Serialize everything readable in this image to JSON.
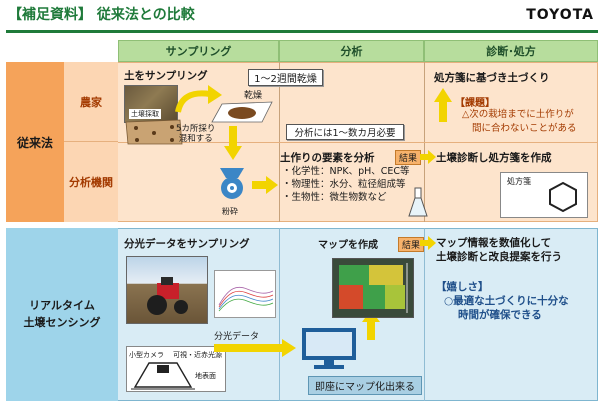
{
  "header": {
    "title": "【補足資料】 従来法との比較",
    "brand": "TOYOTA"
  },
  "columns": {
    "sampling": "サンプリング",
    "analysis": "分析",
    "diagnosis": "診断･処方"
  },
  "rows": {
    "conventional": "従来法",
    "farmer": "農家",
    "lab": "分析機関",
    "realtime_line1": "リアルタイム",
    "realtime_line2": "土壌センシング"
  },
  "conventional": {
    "sample_soil": "土をサンプリング",
    "drying_period": "1～2週間乾燥",
    "drying_label": "乾燥",
    "mix_label_1": "5カ所採り",
    "mix_label_2": "混和する",
    "photo_caption": "土壌採取",
    "analysis_period": "分析には1～数カ月必要",
    "grind_label": "粉砕",
    "elements_title": "土作りの要素を分析",
    "elements": [
      "・化学性：NPK、pH、CEC等",
      "・物理性：水分、粒径組成等",
      "・生物性：微生物数など"
    ],
    "result_tag_1": "結果",
    "diagnosis_result": "土壌診断し処方箋を作成",
    "prescription_label": "処方箋",
    "farming_action": "処方箋に基づき土づくり",
    "issue_title": "【課題】",
    "issue_line1": "△次の栽培までに土作りが",
    "issue_line2": "間に合わないことがある"
  },
  "realtime": {
    "sample_spectral": "分光データをサンプリング",
    "camera_label": "小型カメラ",
    "light_label": "可視・近赤光源",
    "surface_label": "地表面",
    "spectral_tag": "分光データ",
    "map_create": "マップを作成",
    "result_tag_2": "結果",
    "instant_map": "即座にマップ化出来る",
    "digitize_line1": "マップ情報を数値化して",
    "digitize_line2": "土壌診断と改良提案を行う",
    "good_title": "【嬉しさ】",
    "good_line1": "○最適な土づくりに十分な",
    "good_line2": "時間が確保できる"
  },
  "colors": {
    "accent_green": "#1f7a3a",
    "arrow_yellow": "#f2d400",
    "conv_bg": "#fde4cc",
    "rt_bg": "#d9ecf5"
  }
}
